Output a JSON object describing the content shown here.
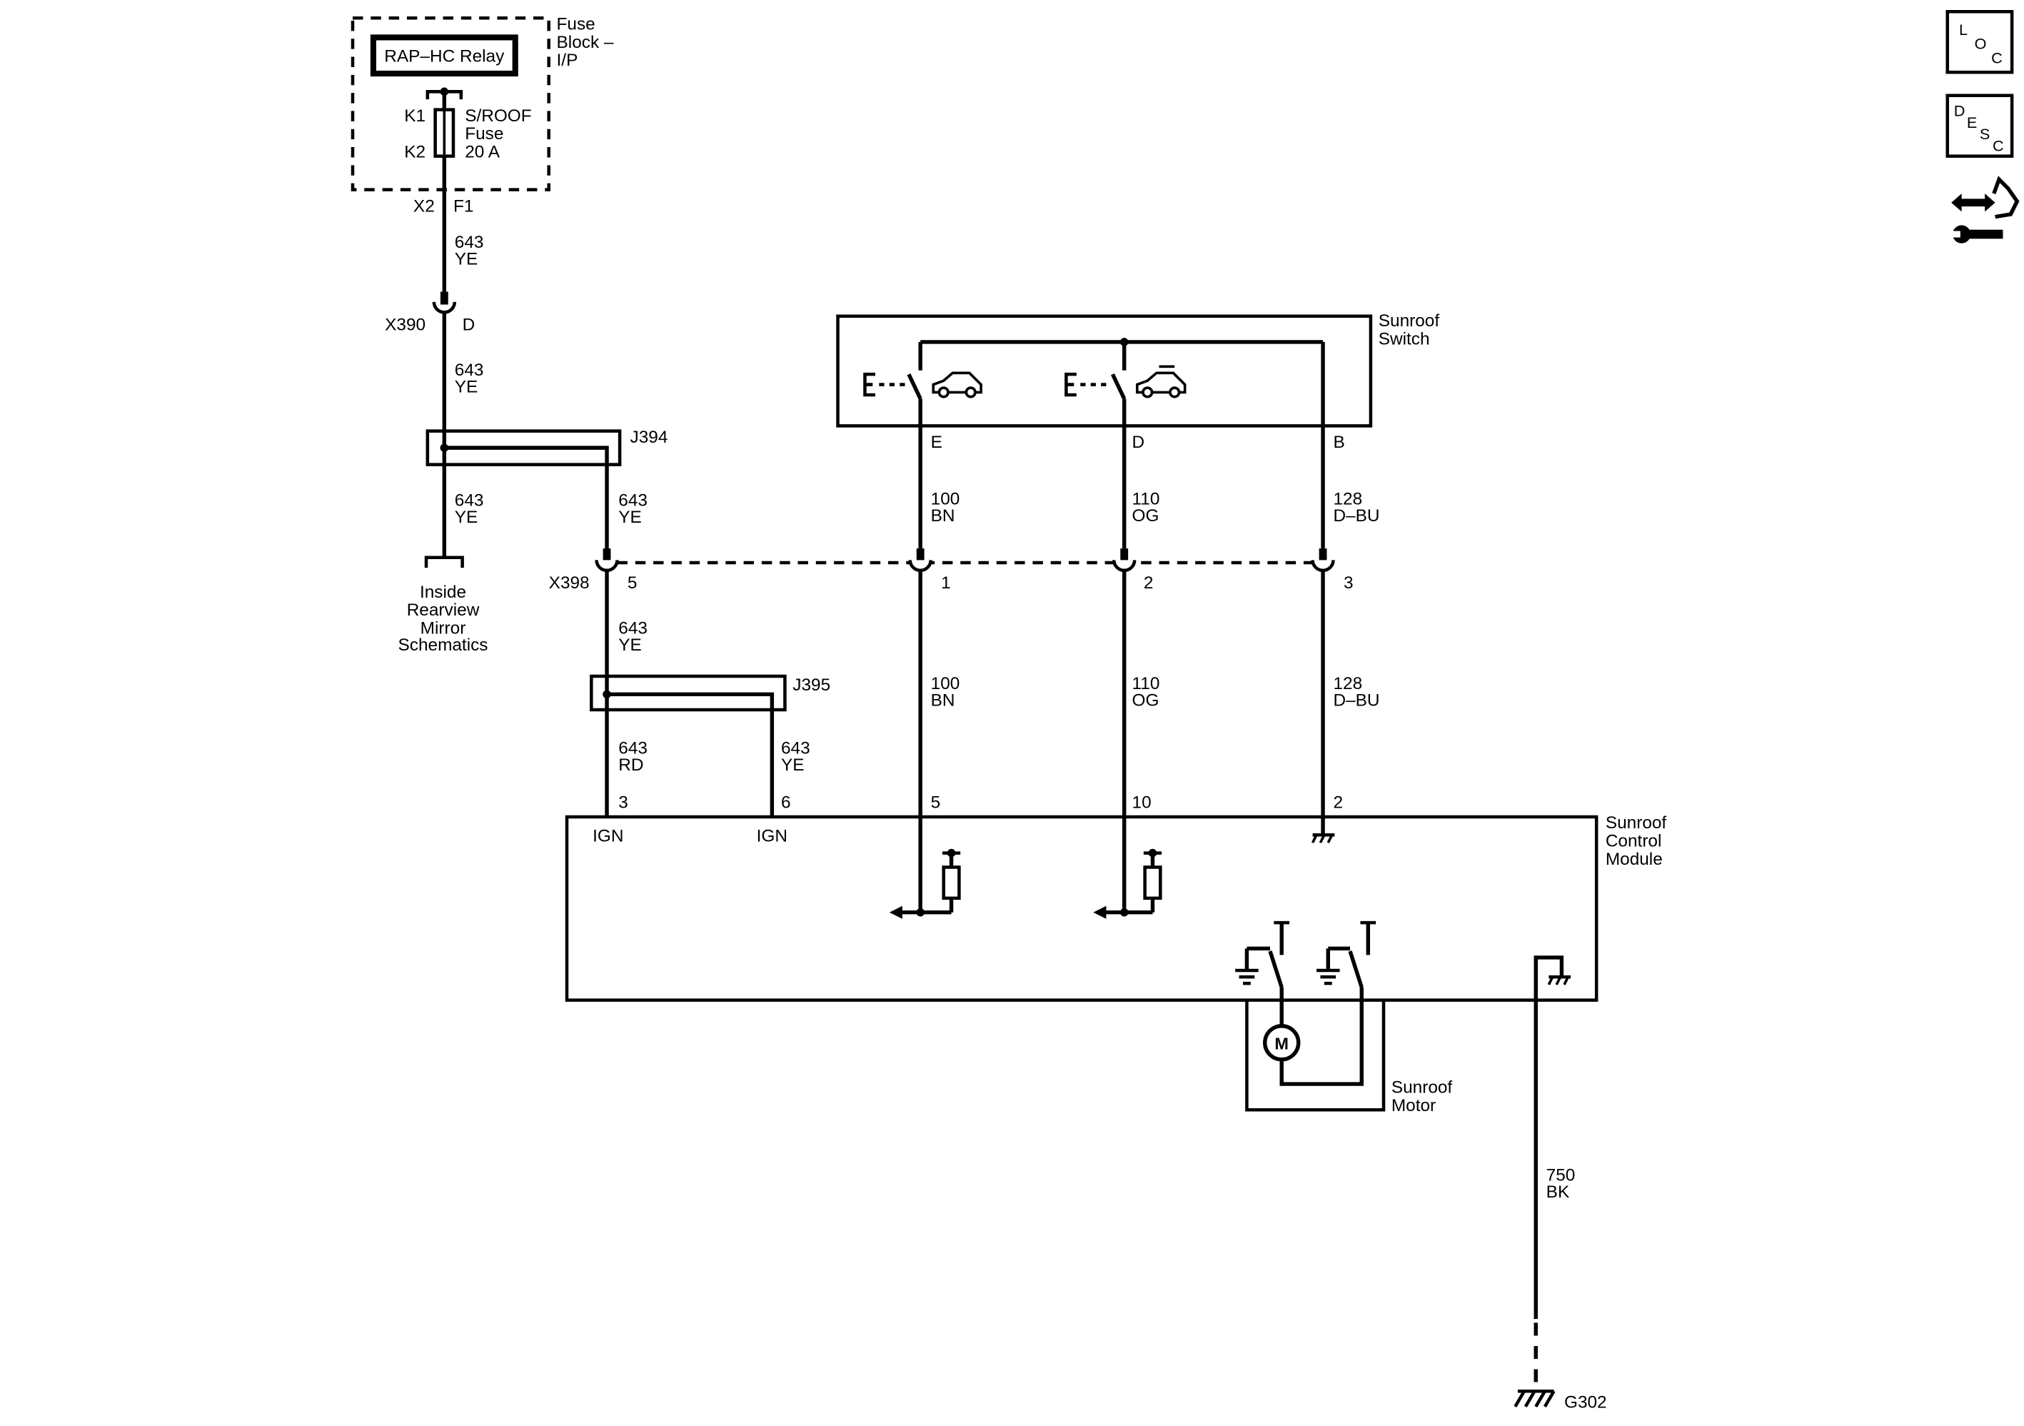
{
  "colors": {
    "ink": "#000000",
    "paper": "#ffffff"
  },
  "toolbar_icons": {
    "loc": {
      "icon": "loc-icon",
      "letters": [
        "L",
        "O",
        "C"
      ]
    },
    "desc": {
      "icon": "desc-icon",
      "letters": [
        "D",
        "E",
        "S",
        "C"
      ]
    },
    "service": {
      "icon": "wrench-arrow-icon"
    }
  },
  "fuse_block": {
    "label": [
      "Fuse",
      "Block –",
      "I/P"
    ],
    "relay": "RAP–HC Relay",
    "fuse_terminals": [
      "K1",
      "K2"
    ],
    "fuse": [
      "S/ROOF",
      "Fuse",
      "20 A"
    ],
    "connector": "X2",
    "cavity": "F1"
  },
  "x390": {
    "name": "X390",
    "pin": "D"
  },
  "j394": "J394",
  "mirror_ref": [
    "Inside",
    "Rearview",
    "Mirror",
    "Schematics"
  ],
  "sunroof_switch": {
    "label": [
      "Sunroof",
      "Switch"
    ],
    "pins": [
      "E",
      "D",
      "B"
    ]
  },
  "x398": {
    "name": "X398",
    "pins": [
      "5",
      "1",
      "2",
      "3"
    ]
  },
  "j395": "J395",
  "control_module": {
    "label": [
      "Sunroof",
      "Control",
      "Module"
    ],
    "pins": [
      "3",
      "6",
      "5",
      "10",
      "2"
    ],
    "inputs": [
      "IGN",
      "IGN"
    ]
  },
  "motor": {
    "label": [
      "Sunroof",
      "Motor"
    ],
    "symbol": "M"
  },
  "ground": {
    "name": "G302"
  },
  "circuits": {
    "fuse_to_x390": {
      "number": "643",
      "code": "YE"
    },
    "x390_to_j394": {
      "number": "643",
      "code": "YE"
    },
    "j394_to_mirror": {
      "number": "643",
      "code": "YE"
    },
    "j394_to_x398": {
      "number": "643",
      "code": "YE"
    },
    "x398_to_j395": {
      "number": "643",
      "code": "YE"
    },
    "j395_to_pin3": {
      "number": "643",
      "code": "RD"
    },
    "j395_to_pin6": {
      "number": "643",
      "code": "YE"
    },
    "switch_e": {
      "number": "100",
      "code": "BN"
    },
    "switch_d": {
      "number": "110",
      "code": "OG"
    },
    "switch_b": {
      "number": "128",
      "code": "D–BU"
    },
    "x398_1_to_module": {
      "number": "100",
      "code": "BN"
    },
    "x398_2_to_module": {
      "number": "110",
      "code": "OG"
    },
    "x398_3_to_module": {
      "number": "128",
      "code": "D–BU"
    },
    "module_ground": {
      "number": "750",
      "code": "BK"
    }
  }
}
